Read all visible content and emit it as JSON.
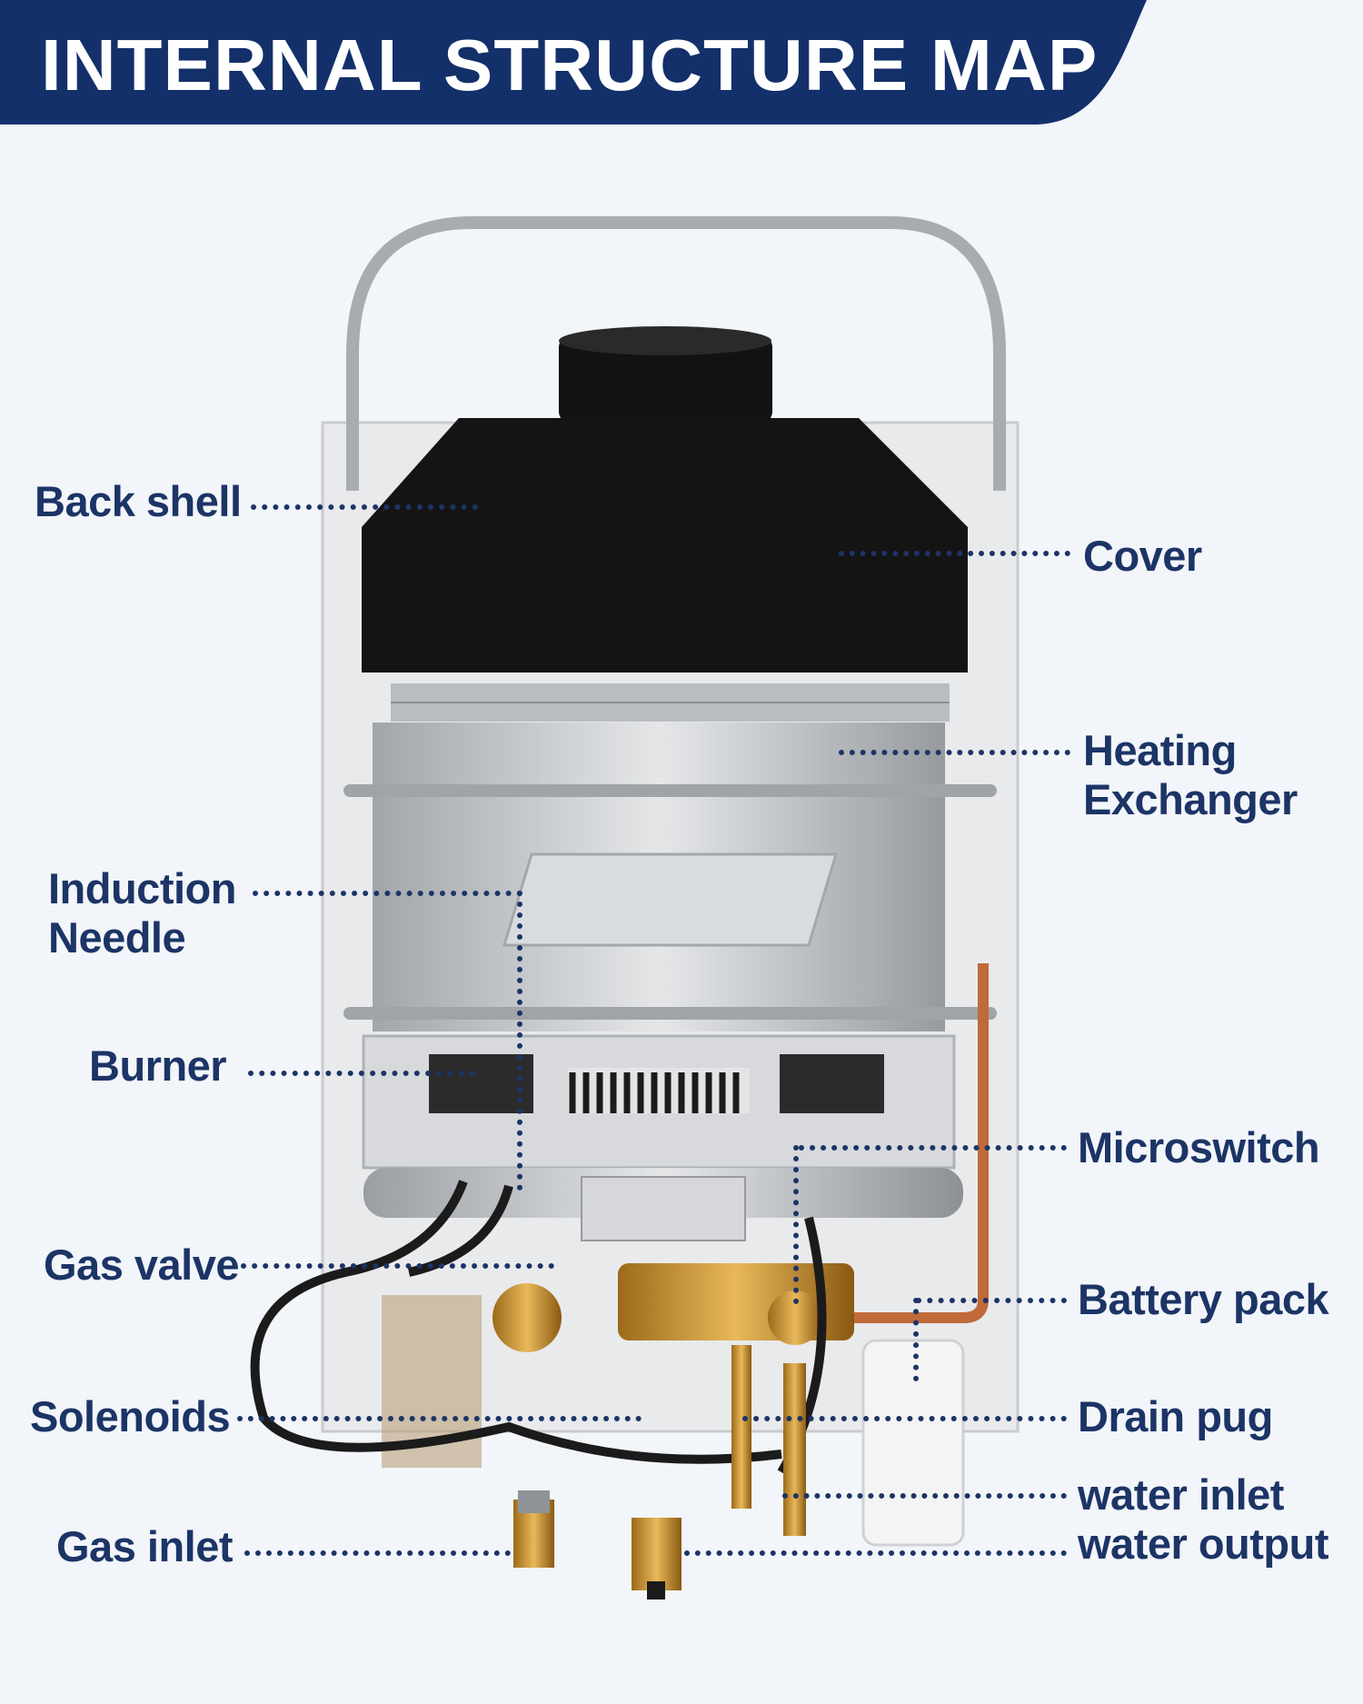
{
  "title": "INTERNAL STRUCTURE MAP",
  "colors": {
    "banner": "#13306a",
    "label_text": "#1c3466",
    "background": "#f2f5f9"
  },
  "labels": {
    "back_shell": "Back shell",
    "cover": "Cover",
    "heating_exchanger_1": "Heating",
    "heating_exchanger_2": "Exchanger",
    "induction_needle_1": "Induction",
    "induction_needle_2": "Needle",
    "burner": "Burner",
    "microswitch": "Microswitch",
    "gas_valve": "Gas valve",
    "battery_pack": "Battery pack",
    "solenoids": "Solenoids",
    "drain_pug": "Drain pug",
    "water_inlet": "water inlet",
    "water_output": "water output",
    "gas_inlet": "Gas inlet"
  }
}
